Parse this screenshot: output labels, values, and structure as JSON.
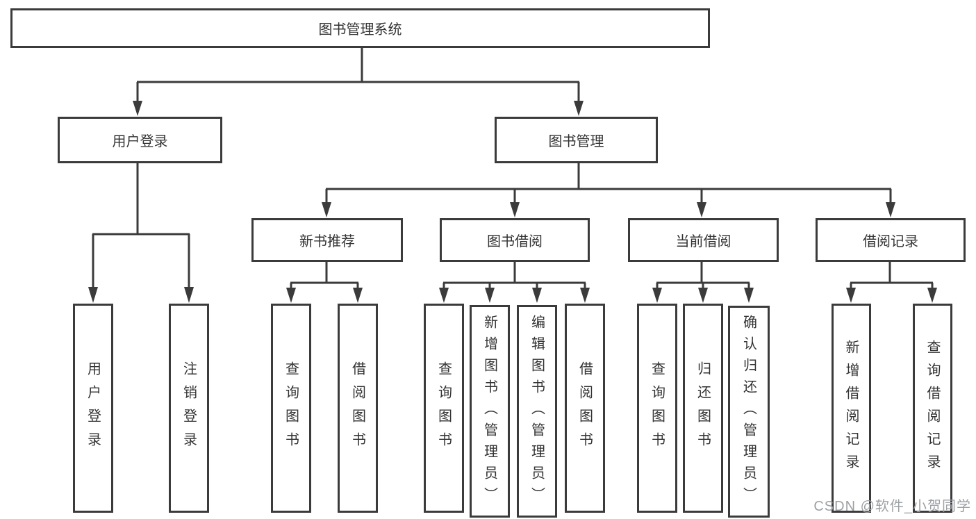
{
  "colors": {
    "line": "#3b3b3b",
    "text": "#333333",
    "watermark_color": "#9da1a5",
    "background": "#ffffff"
  },
  "watermark": "CSDN @软件_小贺同学",
  "tree": {
    "root": "图书管理系统",
    "branches": [
      {
        "label": "用户登录",
        "children": [
          "用户登录",
          "注销登录"
        ]
      },
      {
        "label": "图书管理",
        "groups": [
          {
            "label": "新书推荐",
            "children": [
              "查询图书",
              "借阅图书"
            ]
          },
          {
            "label": "图书借阅",
            "children": [
              "查询图书",
              "新增图书（管理员）",
              "编辑图书（管理员）",
              "借阅图书"
            ]
          },
          {
            "label": "当前借阅",
            "children": [
              "查询图书",
              "归还图书",
              "确认归还（管理员）"
            ]
          },
          {
            "label": "借阅记录",
            "children": [
              "新增借阅记录",
              "查询借阅记录"
            ]
          }
        ]
      }
    ]
  }
}
